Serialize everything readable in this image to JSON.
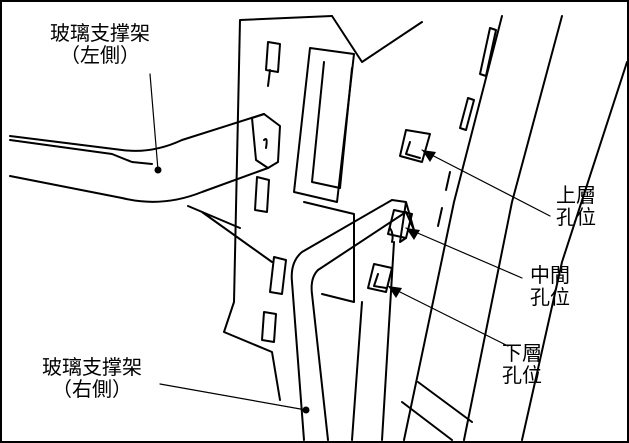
{
  "labels": {
    "left_bracket": {
      "line1": "玻璃支撑架",
      "line2": "（左側）"
    },
    "right_bracket": {
      "line1": "玻璃支撑架",
      "line2": "（右側）"
    },
    "upper_hole": {
      "line1": "上層",
      "line2": "孔位"
    },
    "middle_hole": {
      "line1": "中間",
      "line2": "孔位"
    },
    "lower_hole": {
      "line1": "下層",
      "line2": "孔位"
    }
  },
  "colors": {
    "line": "#000000",
    "background": "#ffffff"
  }
}
